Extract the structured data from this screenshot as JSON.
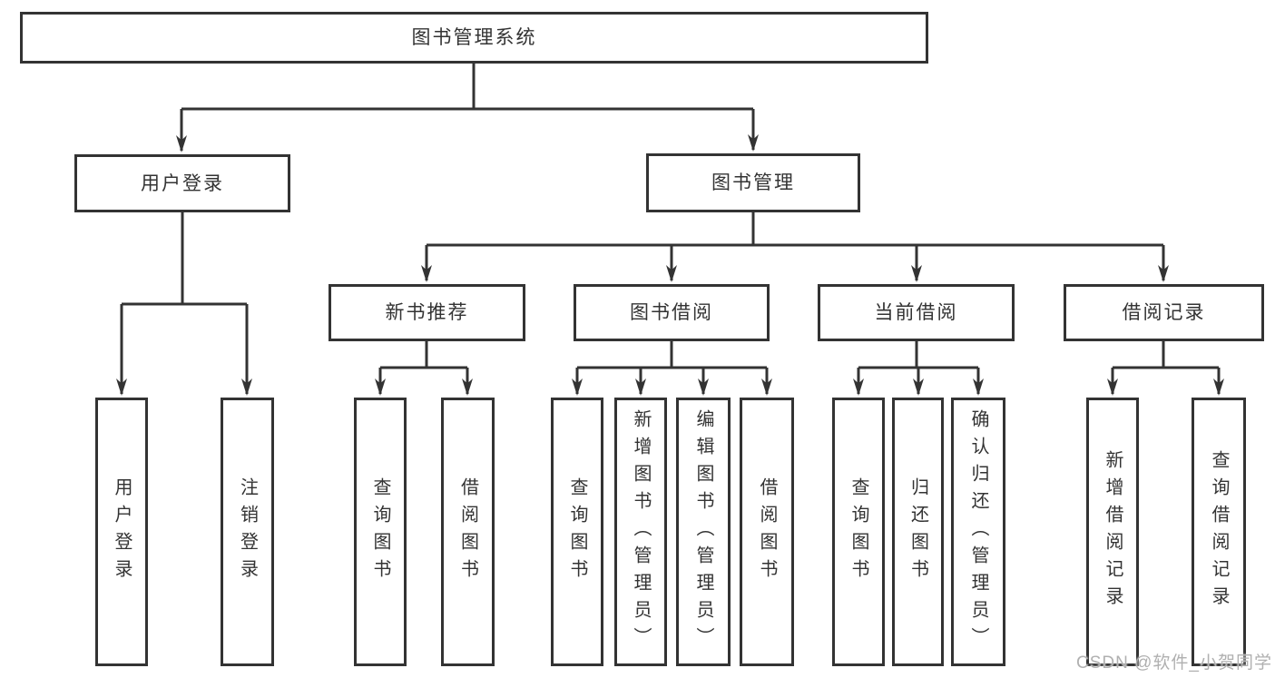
{
  "tree": {
    "label": "图书管理系统",
    "children": [
      {
        "label": "用户登录",
        "children": [
          {
            "label": "用户登录"
          },
          {
            "label": "注销登录"
          }
        ]
      },
      {
        "label": "图书管理",
        "children": [
          {
            "label": "新书推荐",
            "children": [
              {
                "label": "查询图书"
              },
              {
                "label": "借阅图书"
              }
            ]
          },
          {
            "label": "图书借阅",
            "children": [
              {
                "label": "查询图书"
              },
              {
                "label": "新增图书（管理员）"
              },
              {
                "label": "编辑图书（管理员）"
              },
              {
                "label": "借阅图书"
              }
            ]
          },
          {
            "label": "当前借阅",
            "children": [
              {
                "label": "查询图书"
              },
              {
                "label": "归还图书"
              },
              {
                "label": "确认归还（管理员）"
              }
            ]
          },
          {
            "label": "借阅记录",
            "children": [
              {
                "label": "新增借阅记录"
              },
              {
                "label": "查询借阅记录"
              }
            ]
          }
        ]
      }
    ]
  },
  "watermark": {
    "text": "CSDN @软件_小贺同学"
  },
  "colors": {
    "line": "#333333",
    "node_border": "#333333",
    "node_fill": "#ffffff",
    "text": "#333333",
    "watermark": "#b0b0b0"
  }
}
